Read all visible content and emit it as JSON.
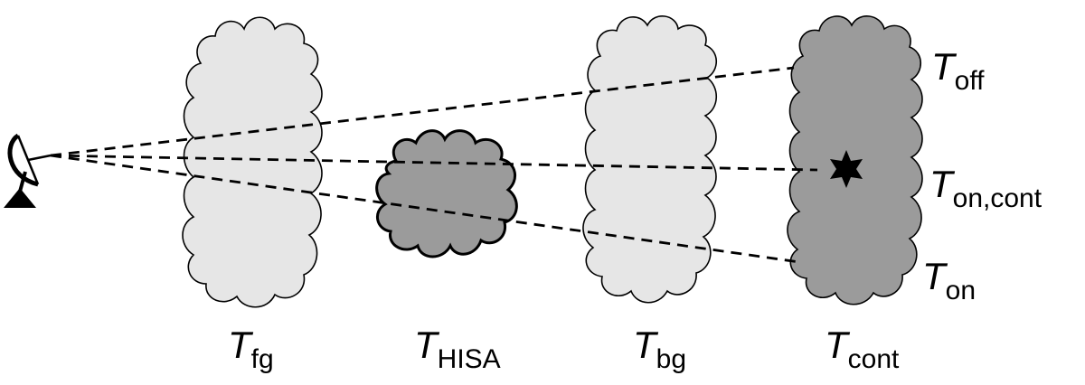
{
  "clouds": {
    "foreground": {
      "symbol": "T",
      "subscript": "fg",
      "fill": "#e6e6e6"
    },
    "hisa": {
      "symbol": "T",
      "subscript": "HISA",
      "fill": "#9b9b9b"
    },
    "background": {
      "symbol": "T",
      "subscript": "bg",
      "fill": "#e6e6e6"
    },
    "continuum": {
      "symbol": "T",
      "subscript": "cont",
      "fill": "#9b9b9b"
    }
  },
  "lines": {
    "off": {
      "symbol": "T",
      "subscript": "off"
    },
    "on_cont": {
      "symbol": "T",
      "subscript": "on,cont"
    },
    "on": {
      "symbol": "T",
      "subscript": "on"
    }
  },
  "colors": {
    "outline": "#000000",
    "light_cloud": "#e6e6e6",
    "dark_cloud": "#9b9b9b",
    "background": "#ffffff"
  },
  "icons": {
    "telescope": "radio-telescope-icon",
    "source": "star-icon"
  }
}
